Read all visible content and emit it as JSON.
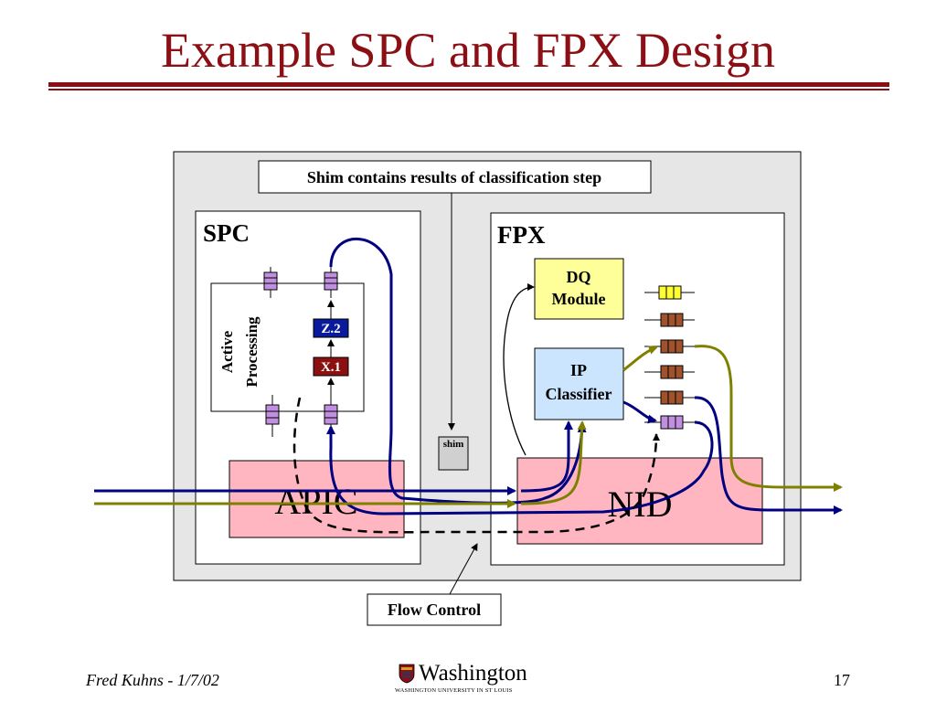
{
  "slide": {
    "title": "Example SPC and FPX Design",
    "footer_author": "Fred Kuhns - 1/7/02",
    "page_number": "17",
    "logo_word": "Washington",
    "logo_subtitle": "WASHINGTON UNIVERSITY IN ST LOUIS"
  },
  "diagram": {
    "callout_top": "Shim contains results of classification step",
    "callout_bottom": "Flow Control",
    "spc": {
      "label": "SPC",
      "active_processing_line1": "Active",
      "active_processing_line2": "Processing",
      "z_label": "Z.2",
      "x_label": "X.1",
      "apic_label": "APIC"
    },
    "fpx": {
      "label": "FPX",
      "dq_line1": "DQ",
      "dq_line2": "Module",
      "ip_line1": "IP",
      "ip_line2": "Classifier",
      "nid_label": "NID"
    },
    "shim_label": "shim",
    "colors": {
      "title": "#8b0f14",
      "navy_flow": "#000080",
      "olive_flow": "#808000",
      "pink_block": "#ffb6c1",
      "dq_fill": "#ffff99",
      "ip_fill": "#cce5ff",
      "queue_purple": "#c08fe0",
      "queue_brown": "#a0522d",
      "queue_yellow": "#ffff33",
      "z_fill": "#0a1a9a",
      "x_fill": "#8b1010"
    }
  }
}
